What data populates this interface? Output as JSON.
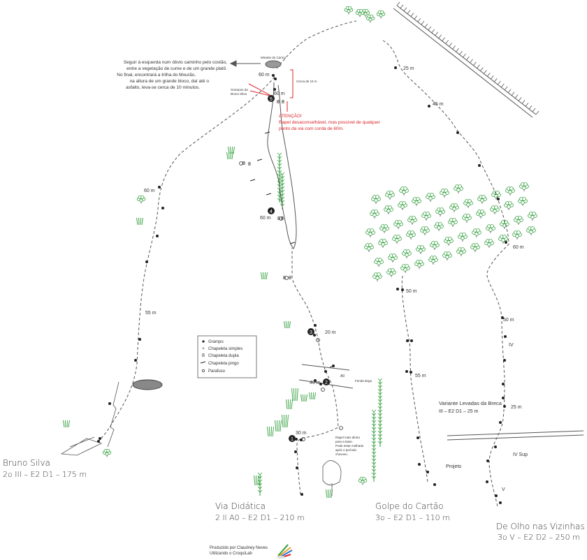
{
  "routes": [
    {
      "name": "Bruno Silva",
      "grade": "2o III – E2 D1 – 175 m"
    },
    {
      "name": "Via Didática",
      "grade": "2 ll A0 – E2 D1 – 210 m"
    },
    {
      "name": "Golpe do Cartão",
      "grade": "3o – E2 D1 – 110 m"
    },
    {
      "name": "De Olho nas Vizinhas",
      "grade": "3o V – E2 D2 – 250 m"
    }
  ],
  "variant": {
    "name": "Variante Levadas da Breca",
    "grade": "III – E2 D1 – 25 m"
  },
  "notes": {
    "descent": [
      "Seguir à esquerda num óbvio caminho pelo costão,",
      "entre a vegetação de cume e de um grande platô.",
      "No final, encontrará a trilha do Mourão,",
      "na altura de um grande bloco, daí até o",
      "asfalto, leva-se cerca de 10 minutos."
    ],
    "mirante": "Mirante do Carmo",
    "cerca": "Cerca de 15 m",
    "grampos_bruno": [
      "Grampos da",
      "Bruno Silva"
    ],
    "attention_title": "ATENÇÃO!",
    "attention_lines": [
      "Rapel desaconselhável, mas possível de qualquer",
      "ponto da via com corda de 60m."
    ],
    "fendo_larga": "Fenda larga",
    "rapel_note": [
      "Rapel mais direto",
      "para a base.",
      "Pode estar molhado",
      "após o período",
      "chuvoso."
    ],
    "projeto": "Projeto"
  },
  "legend": {
    "items": [
      {
        "label": "Grampo",
        "icon": "dot-icon"
      },
      {
        "label": "Chapeleta simples",
        "icon": "cross-icon"
      },
      {
        "label": "Chapeleta dupla",
        "icon": "double-ring-icon"
      },
      {
        "label": "Chapeleta pingo",
        "icon": "drop-icon"
      },
      {
        "label": "Parafuso",
        "icon": "circle-icon"
      }
    ]
  },
  "distances": {
    "bruno_60": "60 m",
    "bruno_55": "55 m",
    "didatica_60_top": "60 m",
    "didatica_60_2": "60 m",
    "didatica_60_4": "60 m",
    "didatica_20": "20 m",
    "didatica_40": "40 m",
    "didatica_30": "30 m",
    "didatica_a0": "A0",
    "golpe_50": "50 m",
    "golpe_55": "55 m",
    "olho_25_top": "25 m",
    "olho_45": "45 m",
    "olho_60": "60 m",
    "olho_50": "50 m",
    "olho_25": "25 m"
  },
  "grades": {
    "iv": "IV",
    "iv_sup": "IV Sup",
    "v": "V"
  },
  "belays": [
    "1",
    "2",
    "3",
    "4",
    "5"
  ],
  "credits": {
    "line1": "Produzido por Claudney Neves",
    "line2": "Utilizando o CroquiLab"
  },
  "colors": {
    "ink": "#333333",
    "tree": "#2f9e3a",
    "alert": "#d9262b",
    "route": "#555555"
  }
}
